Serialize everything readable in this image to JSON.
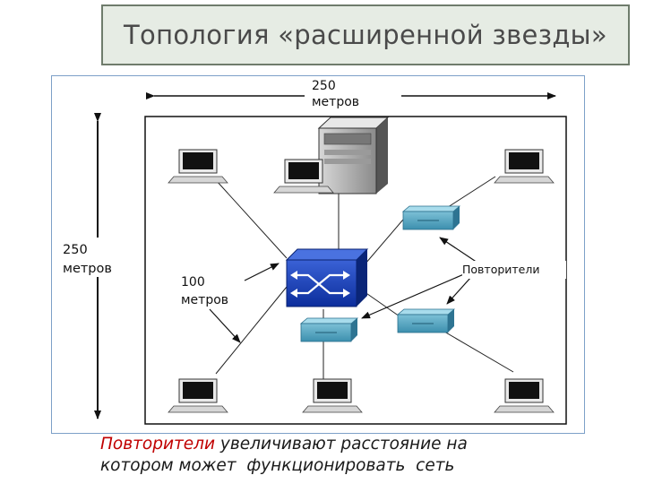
{
  "slide": {
    "title": "Топология «расширенной звезды»"
  },
  "diagram": {
    "width_label_value": "250",
    "width_label_unit": "метров",
    "height_label_value": "250",
    "height_label_unit": "метров",
    "segment_label_value": "100",
    "segment_label_unit": "метров",
    "repeaters_label": "Повторители"
  },
  "caption": {
    "highlight": "Повторители",
    "line1_rest": " увеличивают расстояние на",
    "line2": "котором может  функционировать  сеть"
  }
}
